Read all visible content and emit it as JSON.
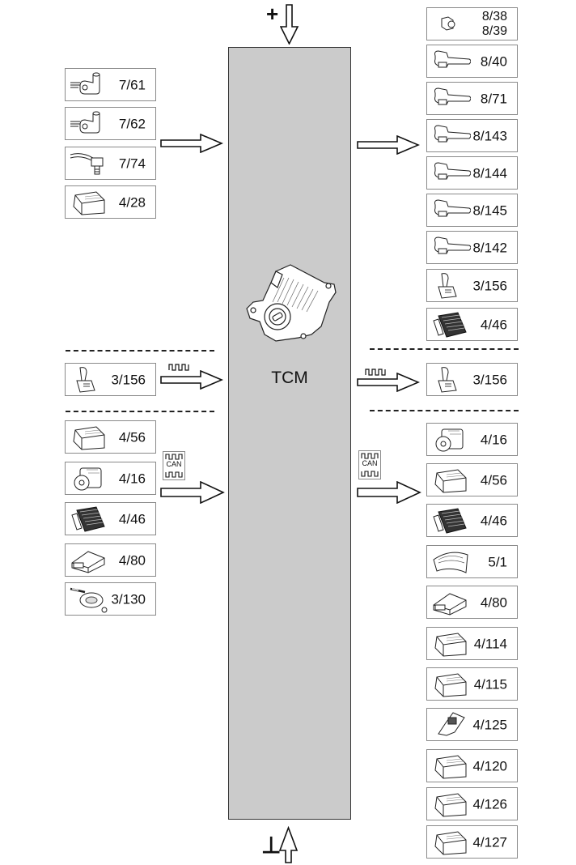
{
  "diagram": {
    "central_module": {
      "label": "TCM",
      "fill": "#cbcbcb"
    },
    "power_in_symbol": "+",
    "ground_symbol": "⊥",
    "can_label": "CAN",
    "left_inputs_hardwired": [
      {
        "label": "7/61",
        "icon": "sensor-icon"
      },
      {
        "label": "7/62",
        "icon": "sensor-icon"
      },
      {
        "label": "7/74",
        "icon": "switch-sensor-icon"
      },
      {
        "label": "4/28",
        "icon": "control-module-icon"
      }
    ],
    "left_inputs_pwm": [
      {
        "label": "3/156",
        "icon": "gear-selector-icon"
      }
    ],
    "left_inputs_can": [
      {
        "label": "4/56",
        "icon": "control-module-icon"
      },
      {
        "label": "4/16",
        "icon": "abs-module-icon"
      },
      {
        "label": "4/46",
        "icon": "ecm-icon"
      },
      {
        "label": "4/80",
        "icon": "airbag-module-icon"
      },
      {
        "label": "3/130",
        "icon": "steering-switch-icon"
      }
    ],
    "right_outputs_hardwired": [
      {
        "label": "8/38",
        "label2": "8/39",
        "icon": "solenoid-small-icon"
      },
      {
        "label": "8/40",
        "icon": "solenoid-icon"
      },
      {
        "label": "8/71",
        "icon": "solenoid-icon"
      },
      {
        "label": "8/143",
        "icon": "solenoid-icon"
      },
      {
        "label": "8/144",
        "icon": "solenoid-icon"
      },
      {
        "label": "8/145",
        "icon": "solenoid-icon"
      },
      {
        "label": "8/142",
        "icon": "solenoid-icon"
      },
      {
        "label": "3/156",
        "icon": "gear-selector-icon"
      },
      {
        "label": "4/46",
        "icon": "ecm-icon"
      }
    ],
    "right_outputs_pwm": [
      {
        "label": "3/156",
        "icon": "gear-selector-icon"
      }
    ],
    "right_outputs_can": [
      {
        "label": "4/16",
        "icon": "abs-module-icon"
      },
      {
        "label": "4/56",
        "icon": "control-module-icon"
      },
      {
        "label": "4/46",
        "icon": "ecm-icon"
      },
      {
        "label": "5/1",
        "icon": "instrument-cluster-icon"
      },
      {
        "label": "4/80",
        "icon": "airbag-module-icon"
      },
      {
        "label": "4/114",
        "icon": "control-module-icon"
      },
      {
        "label": "4/115",
        "icon": "control-module-icon"
      },
      {
        "label": "4/125",
        "icon": "key-module-icon"
      },
      {
        "label": "4/120",
        "icon": "control-module-icon"
      },
      {
        "label": "4/126",
        "icon": "control-module-icon"
      },
      {
        "label": "4/127",
        "icon": "control-module-icon"
      }
    ]
  }
}
